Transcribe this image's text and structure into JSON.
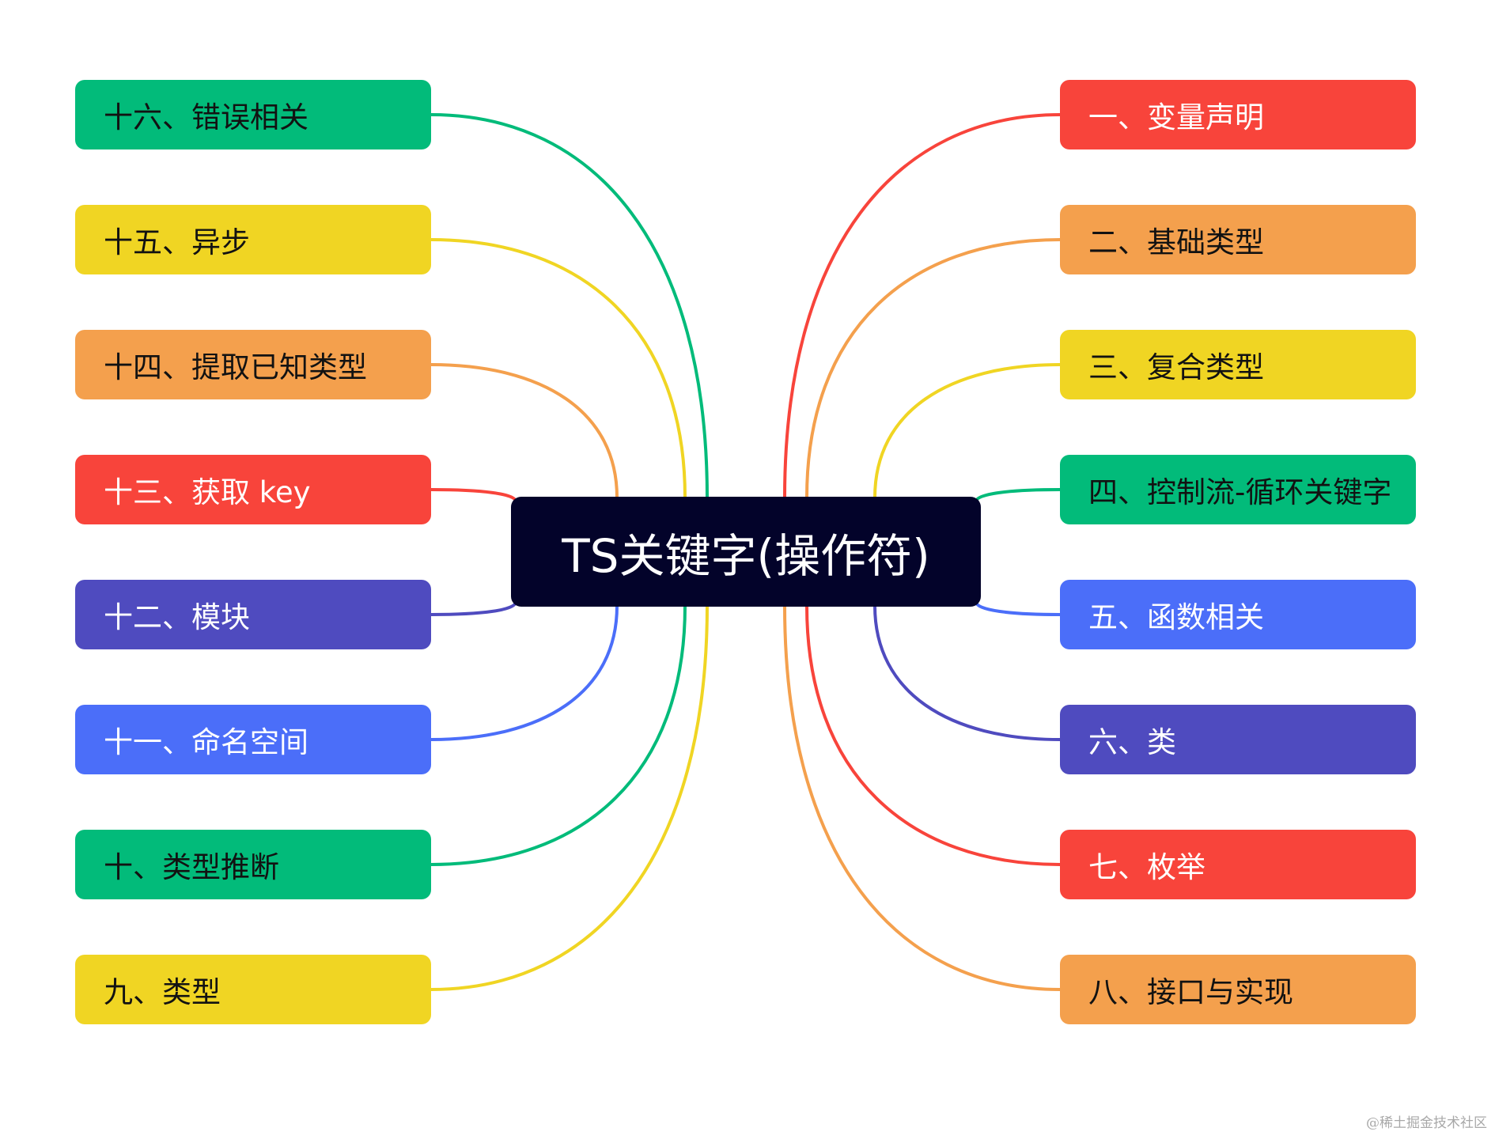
{
  "root": {
    "label": "TS关键字(操作符)"
  },
  "colors": {
    "green": "#02bb7a",
    "yellow": "#f0d523",
    "orange": "#f4a04d",
    "red": "#f8443b",
    "indigo": "#4f4bbf",
    "blue": "#4b6ef9",
    "root_bg": "#03032a"
  },
  "left_nodes": [
    {
      "label": "十六、错误相关",
      "color": "green",
      "text_color": "#121212"
    },
    {
      "label": "十五、异步",
      "color": "yellow",
      "text_color": "#121212"
    },
    {
      "label": "十四、提取已知类型",
      "color": "orange",
      "text_color": "#121212"
    },
    {
      "label": "十三、获取 key",
      "color": "red",
      "text_color": "#ffffff"
    },
    {
      "label": "十二、模块",
      "color": "indigo",
      "text_color": "#ffffff"
    },
    {
      "label": "十一、命名空间",
      "color": "blue",
      "text_color": "#ffffff"
    },
    {
      "label": "十、类型推断",
      "color": "green",
      "text_color": "#121212"
    },
    {
      "label": "九、类型",
      "color": "yellow",
      "text_color": "#121212"
    }
  ],
  "right_nodes": [
    {
      "label": "一、变量声明",
      "color": "red",
      "text_color": "#ffffff"
    },
    {
      "label": "二、基础类型",
      "color": "orange",
      "text_color": "#121212"
    },
    {
      "label": "三、复合类型",
      "color": "yellow",
      "text_color": "#121212"
    },
    {
      "label": "四、控制流-循环关键字",
      "color": "green",
      "text_color": "#121212"
    },
    {
      "label": "五、函数相关",
      "color": "blue",
      "text_color": "#ffffff"
    },
    {
      "label": "六、类",
      "color": "indigo",
      "text_color": "#ffffff"
    },
    {
      "label": "七、枚举",
      "color": "red",
      "text_color": "#ffffff"
    },
    {
      "label": "八、接口与实现",
      "color": "orange",
      "text_color": "#121212"
    }
  ],
  "watermark": "@稀土掘金技术社区"
}
